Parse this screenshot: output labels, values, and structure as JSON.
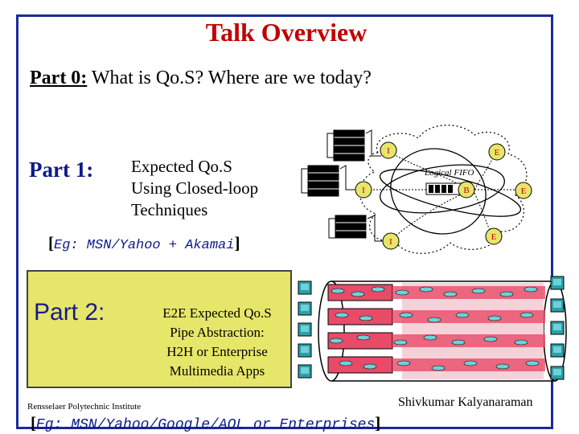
{
  "title": "Talk Overview",
  "part0": {
    "label": "Part 0:",
    "text": " What is Qo.S? Where are we today?"
  },
  "part1": {
    "label": "Part 1:",
    "desc": [
      "Expected Qo.S",
      "Using Closed-loop",
      "Techniques"
    ],
    "example": "Eg: MSN/Yahoo + Akamai"
  },
  "part2": {
    "label": "Part 2:",
    "desc": [
      "E2E Expected Qo.S",
      "Pipe Abstraction:",
      "H2H or Enterprise",
      "Multimedia Apps"
    ],
    "example": "Eg: MSN/Yahoo/Google/AOL or Enterprises"
  },
  "network": {
    "ingress_label": "I",
    "egress_label": "E",
    "bottleneck_label": "B",
    "fifo_label": "Logical FIFO"
  },
  "footer": {
    "institution": "Rensselaer Polytechnic Institute",
    "author": "Shivkumar Kalyanaraman"
  },
  "colors": {
    "title": "#c00000",
    "frame": "#1a2a9c",
    "node": "#e6e66a",
    "part_label": "#0c1a8a",
    "box": "#e6e66a",
    "pipe": "#e84b68",
    "flow": "#6fd0d8",
    "host": "#2a9fa8"
  }
}
